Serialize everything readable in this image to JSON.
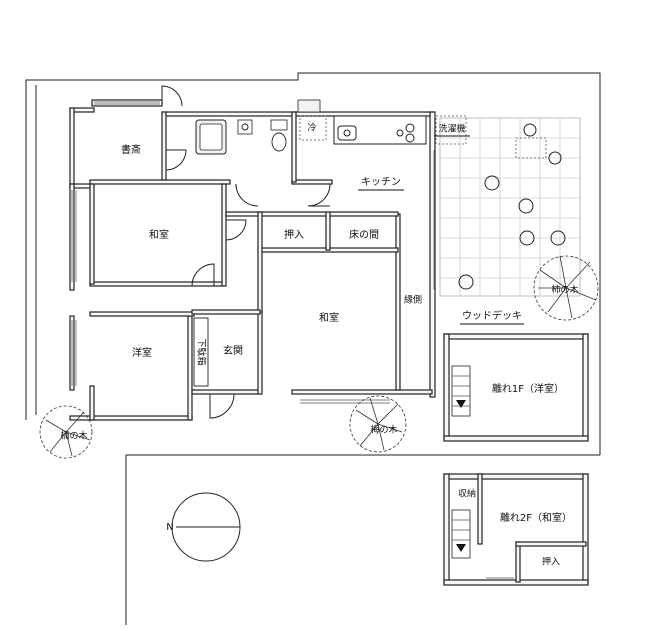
{
  "rooms": {
    "study": "書斎",
    "washitsu_left": "和室",
    "washitsu_center": "和室",
    "western_room": "洋室",
    "entrance": "玄関",
    "shoe_storage": "下駄箱",
    "closet_main": "押入",
    "tokonoma": "床の間",
    "kitchen": "キッチン",
    "refrigerator": "冷",
    "washing_machine": "洗濯機",
    "engawa": "縁側",
    "wood_deck": "ウッドデッキ",
    "annex_1f": "離れ1F（洋室）",
    "annex_2f": "離れ2F（和室）",
    "annex_storage": "収納",
    "annex_closet": "押入"
  },
  "trees": {
    "persimmon": "柿の木",
    "plum": "梅の木",
    "camphor": "楠の木"
  },
  "compass": {
    "north_letter": "N"
  }
}
